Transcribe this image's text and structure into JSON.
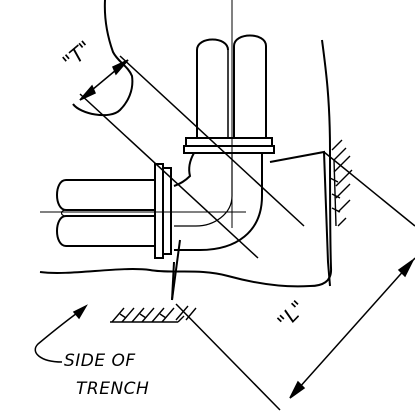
{
  "labels": {
    "dim_t": "\"T\"",
    "dim_l": "\"L\"",
    "note_line1": "SIDE OF",
    "note_line2": "TRENCH"
  },
  "colors": {
    "line": "#000000",
    "background": "#ffffff"
  }
}
